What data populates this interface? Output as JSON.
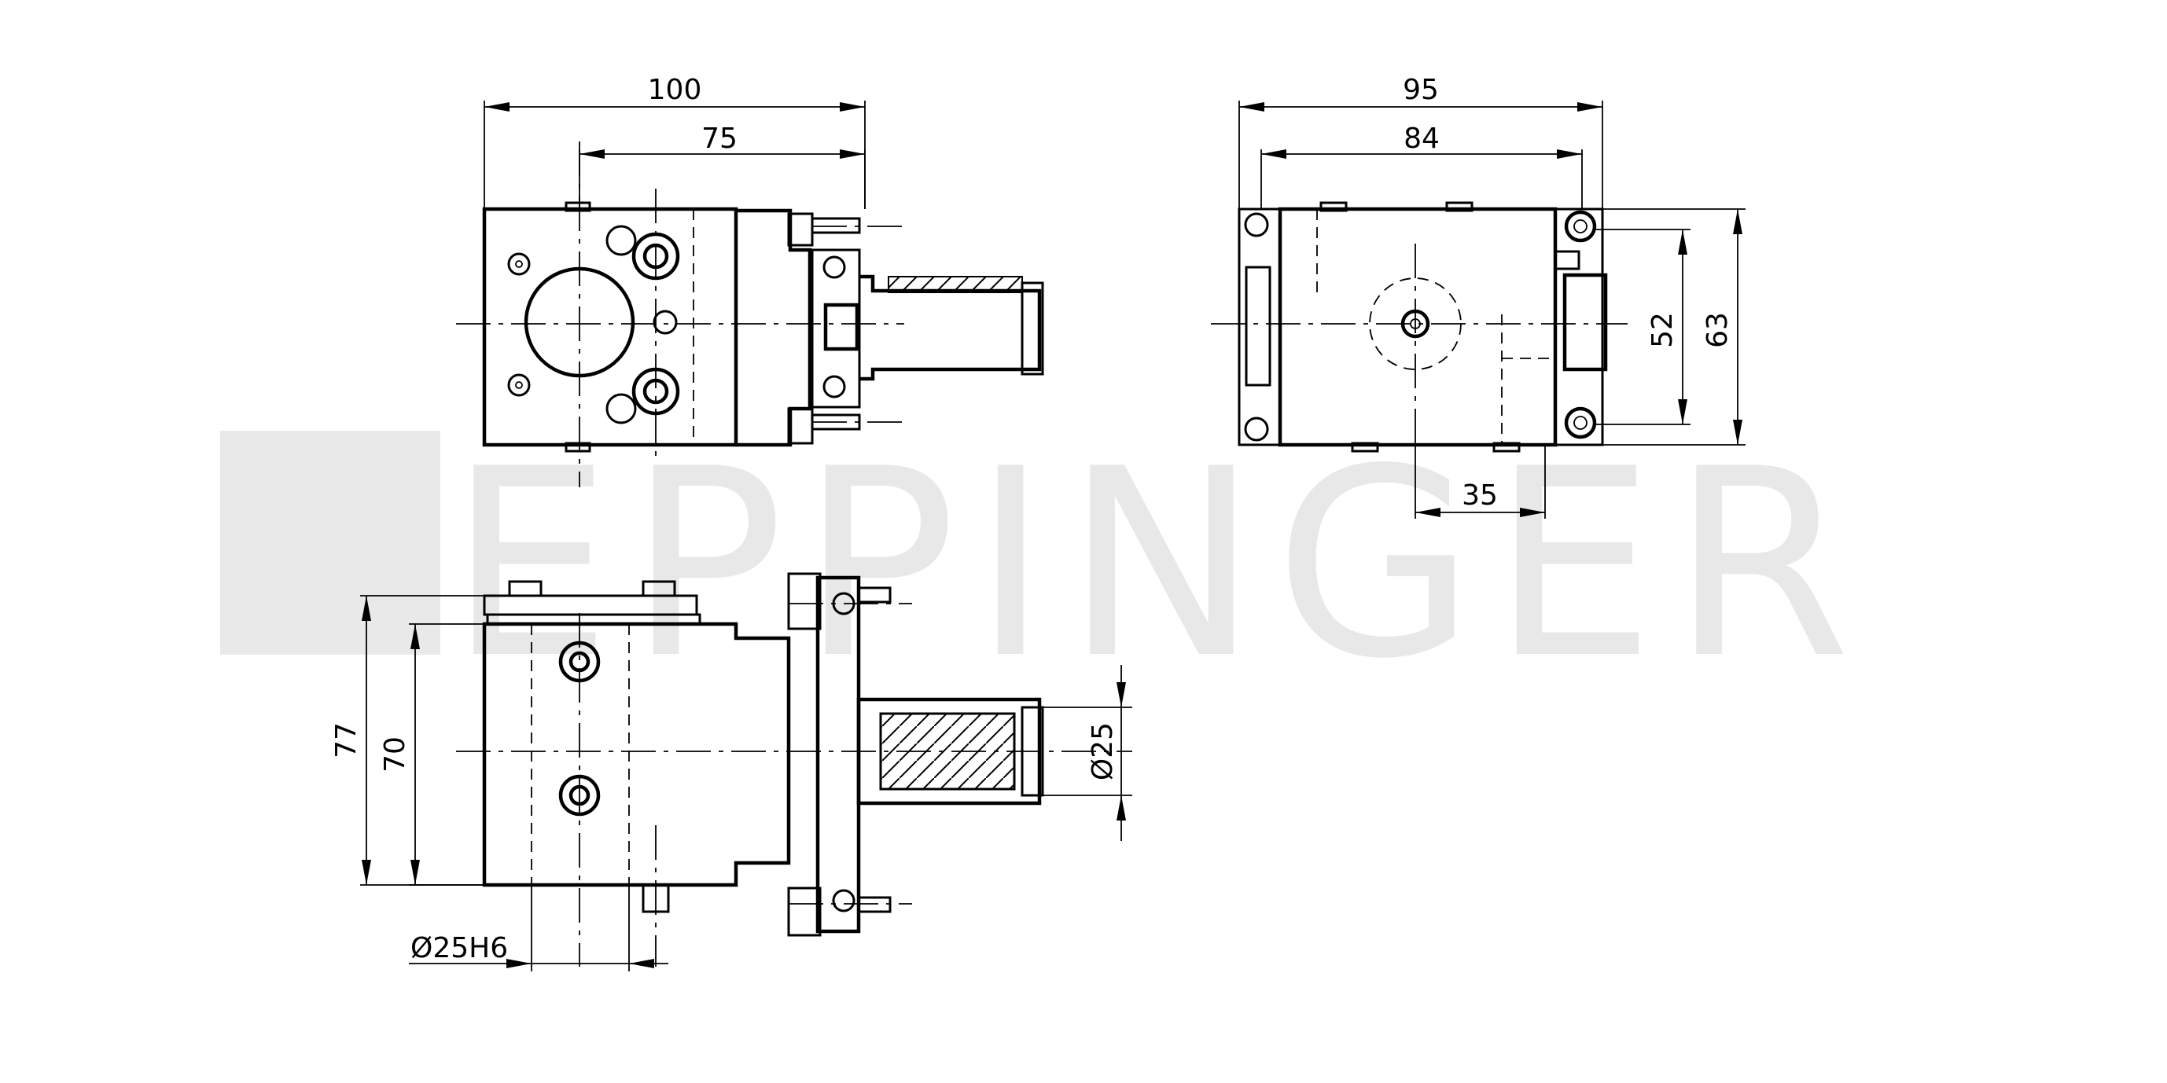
{
  "watermark": {
    "brand": "EPPINGER"
  },
  "dimensions": {
    "overall_width_top": "100",
    "bolt_pitch_top": "75",
    "overall_width_side": "95",
    "inner_width_side": "84",
    "height_63": "63",
    "height_52": "52",
    "offset_35": "35",
    "height_77": "77",
    "height_70": "70",
    "shank_dia": "Ø25H6",
    "tool_dia": "Ø25"
  }
}
